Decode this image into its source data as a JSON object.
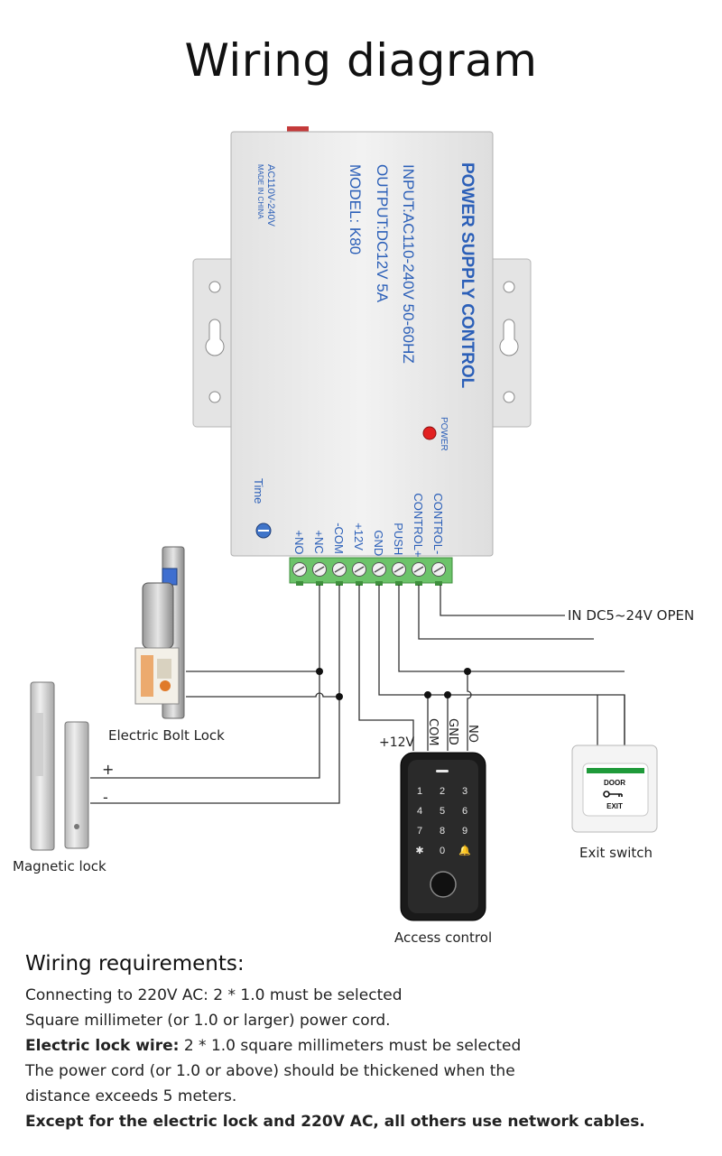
{
  "title": "Wiring diagram",
  "power_supply": {
    "heading": "POWER SUPPLY CONTROL",
    "input": "INPUT:AC110-240V 50-60HZ",
    "output": "OUTPUT:DC12V 5A",
    "model": "MODEL: K80",
    "side_voltage": "AC110V-240V",
    "made_in": "MADE IN CHINA",
    "power_led_label": "POWER",
    "time_label": "Time",
    "terminals": [
      "+NO",
      "+NC",
      "-COM",
      "+12V",
      "GND",
      "PUSH",
      "CONTROL+",
      "CONTROL-"
    ]
  },
  "labels": {
    "in_dc": "IN DC5~24V OPEN",
    "electric_bolt_lock": "Electric Bolt Lock",
    "magnetic_lock": "Magnetic lock",
    "plus": "+",
    "minus": "-",
    "plus_12v": "+12V",
    "com": "COM",
    "gnd": "GND",
    "no": "NO",
    "access_control": "Access control",
    "exit_switch": "Exit switch"
  },
  "keypad": {
    "keys": [
      "1",
      "2",
      "3",
      "4",
      "5",
      "6",
      "7",
      "8",
      "9",
      "✱",
      "0",
      "🔔"
    ]
  },
  "exit_switch": {
    "door": "DOOR",
    "exit": "EXIT"
  },
  "requirements": {
    "heading": "Wiring requirements:",
    "line1": "Connecting to 220V AC: 2 * 1.0 must be selected",
    "line2": "Square millimeter (or 1.0 or larger) power cord.",
    "line3_bold": "Electric lock wire:",
    "line3_rest": " 2 * 1.0 square millimeters must be selected",
    "line4": "The power cord (or 1.0 or above) should be thickened when the",
    "line5": "distance exceeds 5 meters.",
    "line6": "Except for the electric lock and 220V AC, all others use network cables."
  },
  "colors": {
    "case": "#ececec",
    "blue_text": "#2b5fb8",
    "terminal_green": "#6cc36a",
    "wire": "#333333",
    "led": "#e22020"
  }
}
